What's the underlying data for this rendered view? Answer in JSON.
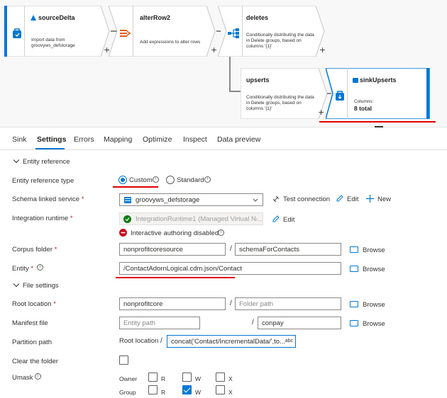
{
  "flow": {
    "nodes": [
      {
        "name": "sourceDelta",
        "description": "Import data from groovyws_defstorage",
        "icon": "source-icon"
      },
      {
        "name": "alterRow2",
        "description": "Add expressions to alter rows",
        "icon": "alter-row-icon"
      },
      {
        "name": "deletes",
        "description": "Conditionally distributing the data in Delete groups, based on columns '{1}'",
        "icon": "split-icon"
      },
      {
        "name": "upserts",
        "description": "Conditionally distributing the data in Delete groups, based on columns '{1}'"
      },
      {
        "name": "sinkUpserts",
        "columns_label": "Columns:",
        "columns_value": "8 total",
        "icon": "sink-icon"
      }
    ],
    "plus": "+"
  },
  "tabs": [
    "Sink",
    "Settings",
    "Errors",
    "Mapping",
    "Optimize",
    "Inspect",
    "Data preview"
  ],
  "active_tab": "Settings",
  "form": {
    "entity_reference_section": "Entity reference",
    "entity_reference_type": {
      "label": "Entity reference type",
      "options": [
        "Custom",
        "Standard"
      ],
      "selected": "Custom"
    },
    "schema_linked_service": {
      "label": "Schema linked service",
      "required": "*",
      "value": "groovyws_defstorage",
      "test_connection": "Test connection",
      "edit": "Edit",
      "new": "New"
    },
    "integration_runtime": {
      "label": "Integration runtime",
      "required": "*",
      "value": "IntegrationRuntime1 (Managed Virtual N...",
      "edit": "Edit",
      "warning": "Interactive authoring disabled"
    },
    "corpus_folder": {
      "label": "Corpus folder",
      "required": "*",
      "value1": "nonprofitcoresource",
      "value2": "schemaForContacts",
      "browse": "Browse"
    },
    "entity": {
      "label": "Entity",
      "required": "*",
      "value": "/ContactAdornLogical.cdm.json/Contact",
      "browse": "Browse"
    },
    "file_settings_section": "File settings",
    "root_location": {
      "label": "Root location",
      "required": "*",
      "value1": "nonprofitcore",
      "placeholder2": "Folder path",
      "browse": "Browse"
    },
    "manifest_file": {
      "label": "Manifest file",
      "placeholder1": "Entity path",
      "value2": "conpay",
      "browse": "Browse"
    },
    "partition_path": {
      "label": "Partition path",
      "prefix": "Root location",
      "value": "concat('Contact/IncrementalData/',to...",
      "badge": "abc"
    },
    "clear_folder": {
      "label": "Clear the folder",
      "checked": false
    },
    "umask": {
      "label": "Umask",
      "rows": [
        {
          "name": "Owner",
          "r": false,
          "w": false,
          "x": false
        },
        {
          "name": "Group",
          "r": false,
          "w": true,
          "x": false
        }
      ],
      "cols": [
        "R",
        "W",
        "X"
      ]
    }
  },
  "colors": {
    "accent": "#0078d4",
    "highlight": "#e00000",
    "error": "#a4262c",
    "success": "#107c10"
  },
  "slash": "/"
}
